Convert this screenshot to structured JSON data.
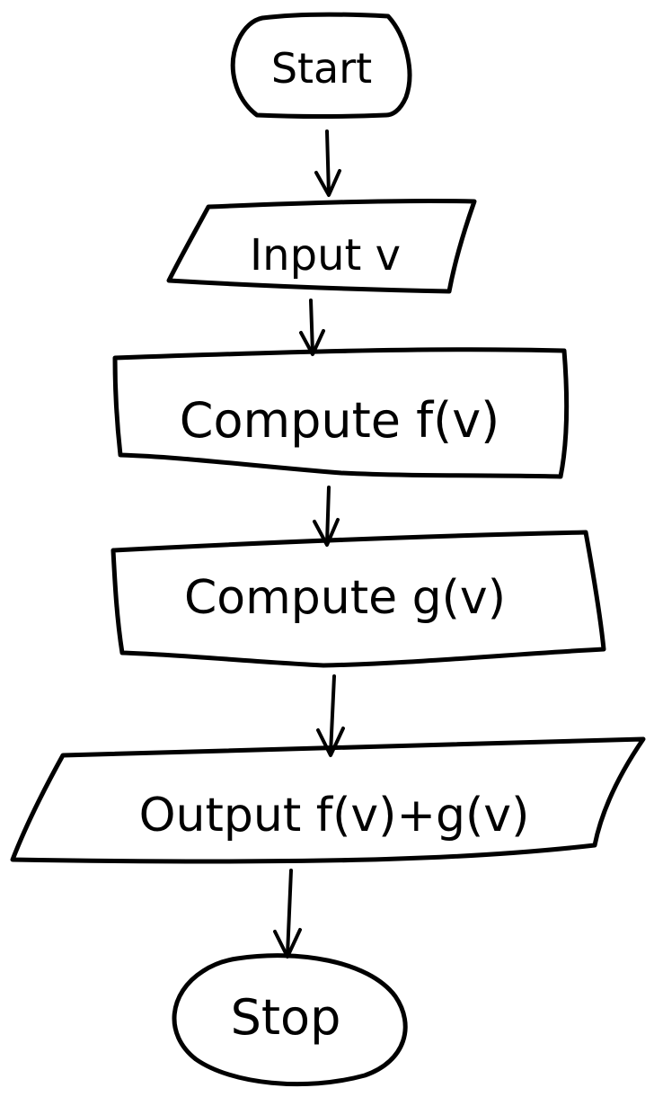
{
  "flowchart": {
    "start": "Start",
    "input": "Input v",
    "compute_f": "Compute f(v)",
    "compute_g": "Compute g(v)",
    "output": "Output f(v)+g(v)",
    "stop": "Stop"
  },
  "colors": {
    "ink": "#000000",
    "background": "#ffffff"
  }
}
